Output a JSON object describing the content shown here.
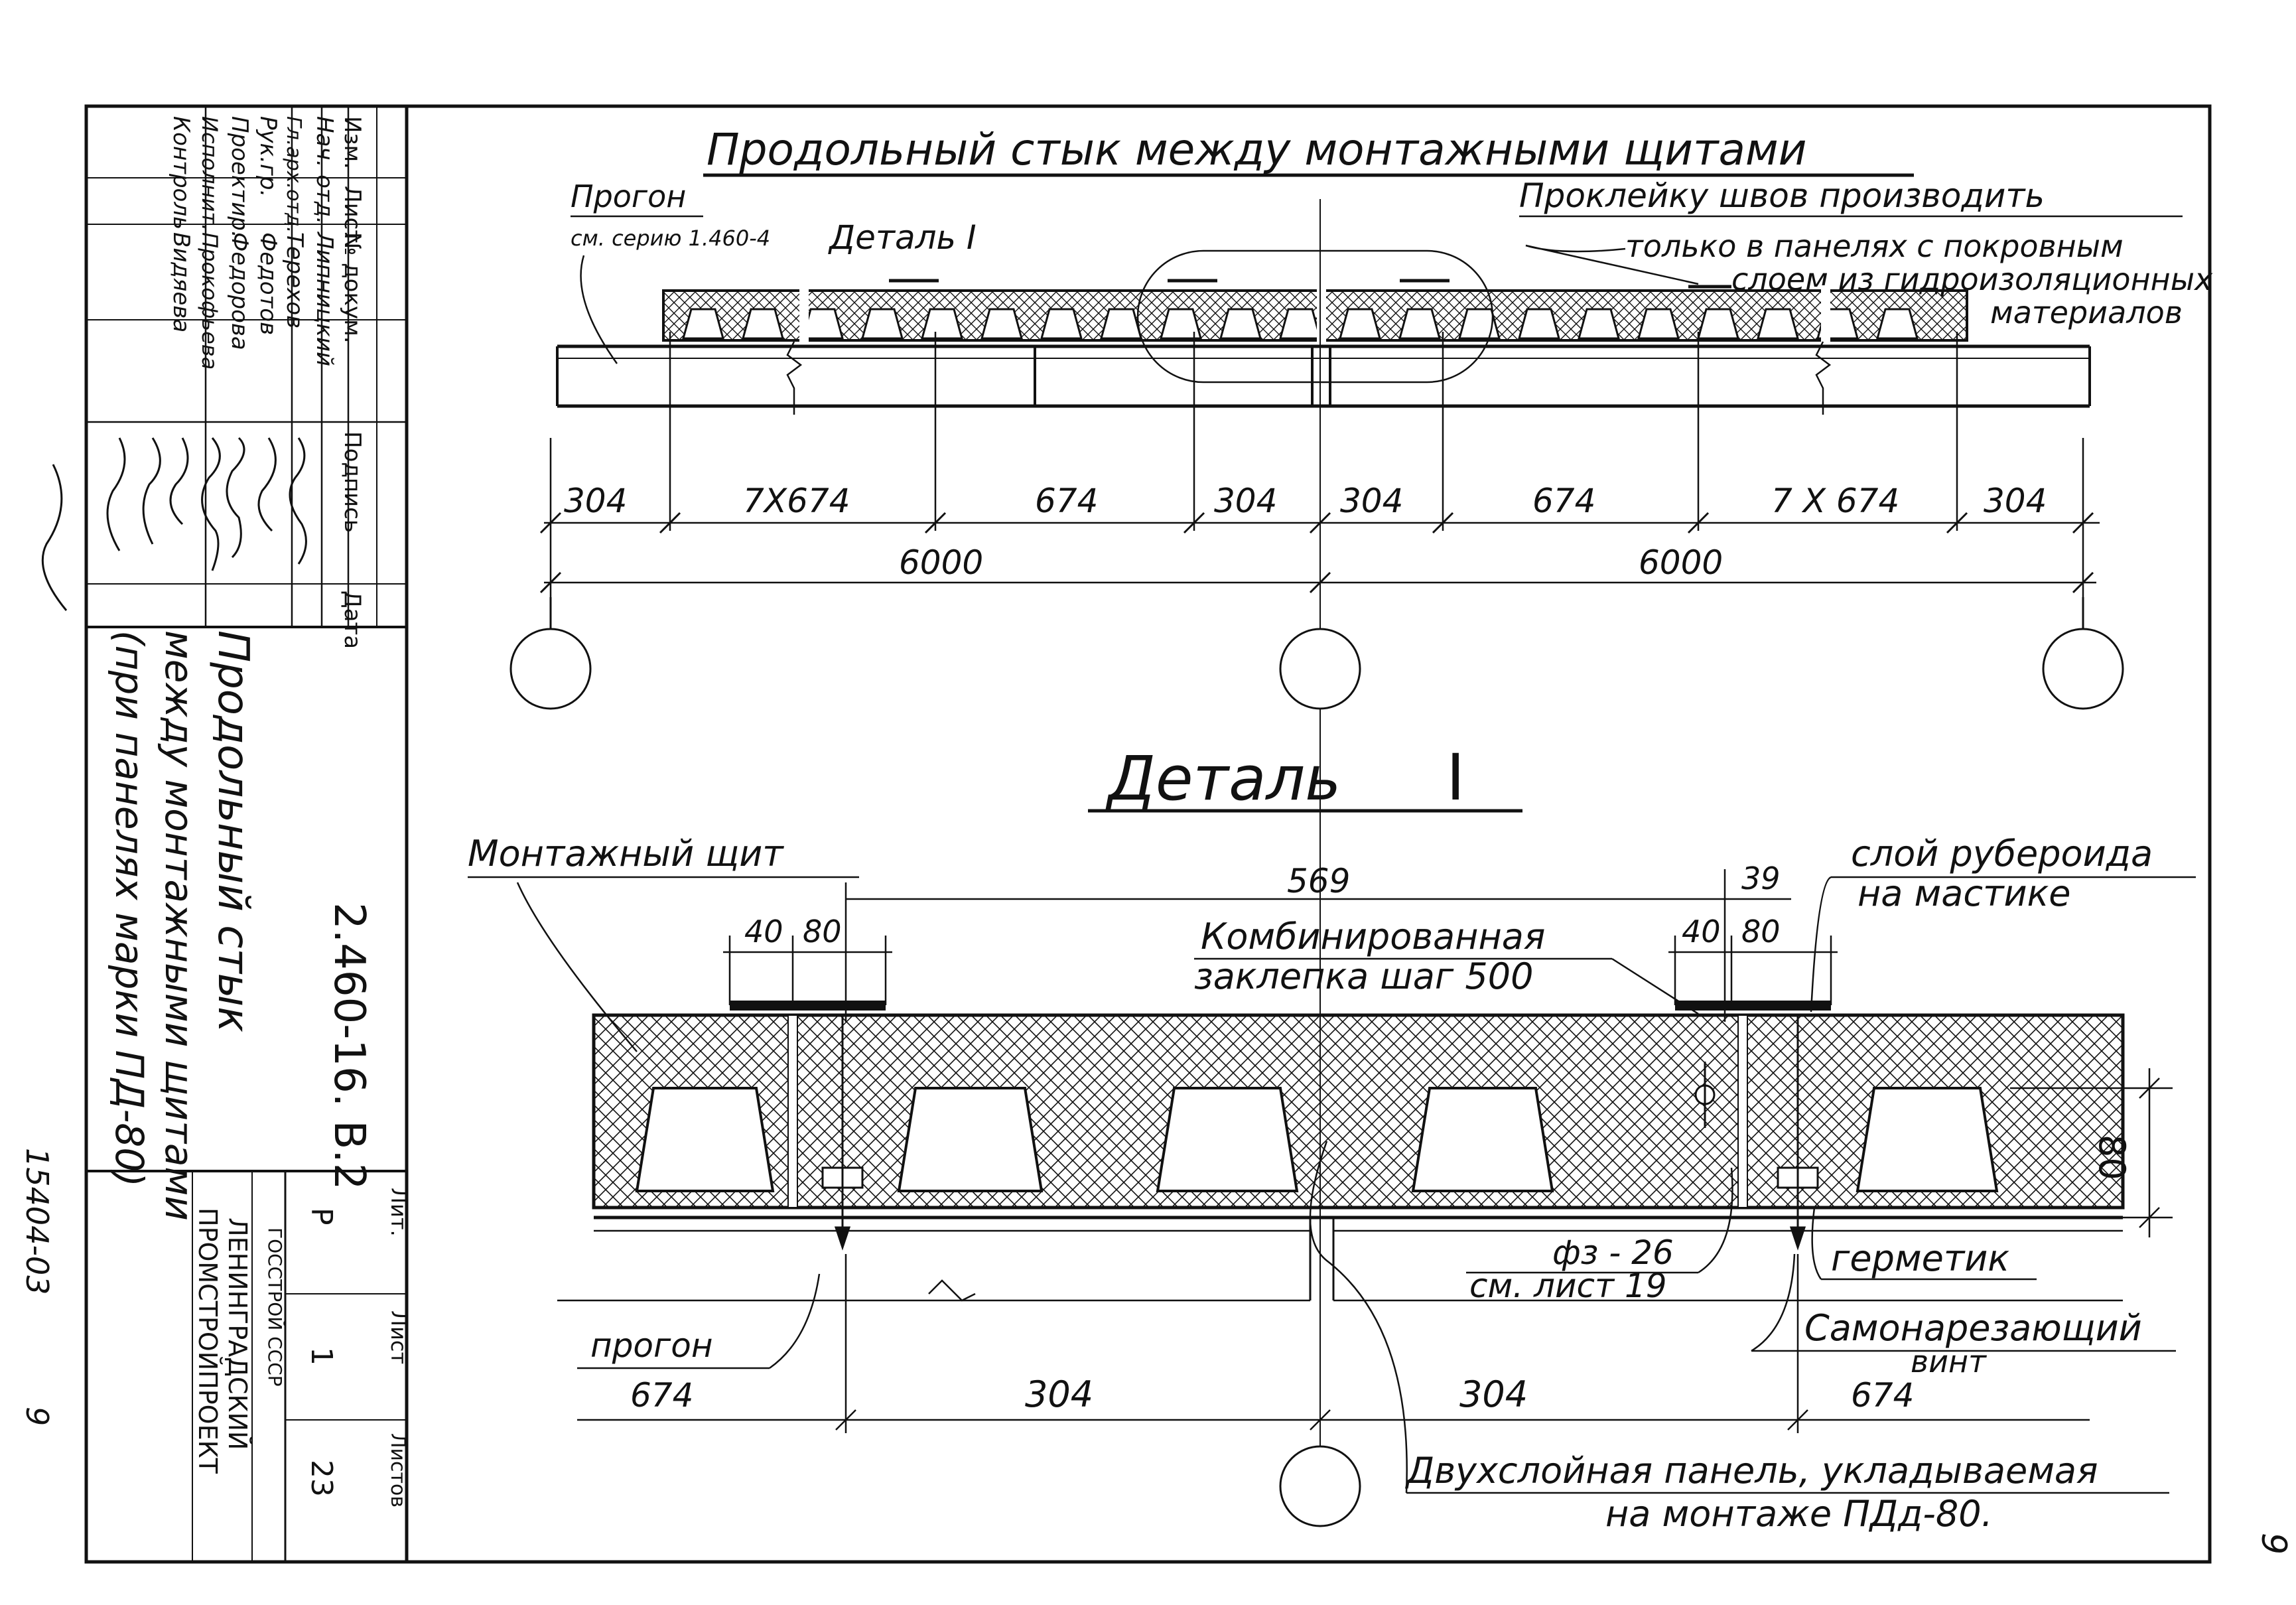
{
  "colors": {
    "ink": "#111111",
    "paper": "#ffffff"
  },
  "top_view": {
    "title": "Продольный стык между монтажными щитами",
    "purlin_label": "Прогон",
    "purlin_ref": "см. серию 1.460-4",
    "detail_ref": "Деталь I",
    "note_line1": "Проклейку швов производить",
    "note_line2": "только в панелях с покровным",
    "note_line3": "слоем из гидроизоляционных",
    "note_line4": "материалов",
    "dims": [
      "304",
      "7X674",
      "674",
      "304",
      "304",
      "674",
      "7 X 674",
      "304"
    ],
    "spans": [
      "6000",
      "6000"
    ]
  },
  "detail": {
    "title": "Деталь",
    "numeral": "I",
    "shield": "Монтажный щит",
    "dim_569": "569",
    "dim_39": "39",
    "dim_40_l": "40",
    "dim_80_l": "80",
    "dim_40_r": "40",
    "dim_80_r": "80",
    "rivet_line1": "Комбинированная",
    "rivet_line2": "заклепка шаг 500",
    "ruberoid_line1": "слой рубероида",
    "ruberoid_line2": "на мастике",
    "height_80": "80",
    "fz_line1": "фз - 26",
    "fz_line2": "см. лист 19",
    "sealant": "герметик",
    "purlin": "прогон",
    "screw_line1": "Самонарезающий",
    "screw_line2": "винт",
    "dim_674_l": "674",
    "dim_304_l": "304",
    "dim_304_r": "304",
    "dim_674_r": "674",
    "panel_line1": "Двухслойная панель, укладываемая",
    "panel_line2": "на монтаже ПДд-80."
  },
  "title_block": {
    "col_izm": "Изм.",
    "col_list": "Лист",
    "col_doc": "№ докум.",
    "col_sign": "Подпись",
    "col_date": "Дата",
    "rows": [
      {
        "role": "Нач. отд.",
        "name": "Липницкий"
      },
      {
        "role": "Гл.арх.отд.",
        "name": "Терехов"
      },
      {
        "role": "Рук.гр.",
        "name": "Федотов"
      },
      {
        "role": "Проектир.",
        "name": "Федорова"
      },
      {
        "role": "Исполнит.",
        "name": "Прокофьева"
      },
      {
        "role": "Контроль",
        "name": "Видяева"
      }
    ],
    "code": "2.460-16. В.2",
    "sheet_title_line1": "Продольный стык",
    "sheet_title_line2": "между монтажными щитами",
    "sheet_title_line3": "(при панелях марки ПД-80)",
    "lit_label": "Лит.",
    "lit_value": "Р",
    "sheet_label": "Лист",
    "sheet_value": "1",
    "sheets_label": "Листов",
    "sheets_value": "23",
    "org_line1": "ГОССТРОЙ СССР",
    "org_line2": "ЛЕНИНГРАДСКИЙ",
    "org_line3": "ПРОМСТРОЙПРОЕКТ"
  },
  "margin": {
    "inventory": "15404-03",
    "page_small": "9",
    "page_corner": "9"
  }
}
